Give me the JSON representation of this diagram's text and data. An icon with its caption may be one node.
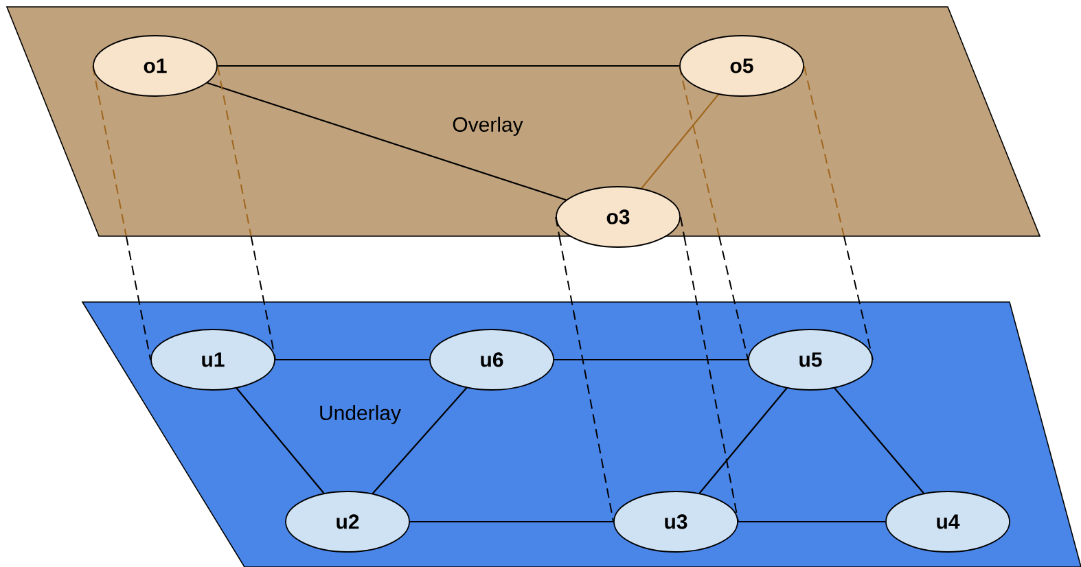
{
  "diagram": {
    "nodes": [
      {
        "text": [
          "Overlay"
        ]
      },
      {
        "text": [
          "o1"
        ],
        "in": 0
      },
      {
        "text": [
          "o5"
        ],
        "in": 0
      },
      {
        "text": [
          "o3"
        ],
        "in": 0
      },
      {
        "text": [
          "Underlay"
        ]
      },
      {
        "text": [
          "u1"
        ],
        "in": 4
      },
      {
        "text": [
          "u6"
        ],
        "in": 4
      },
      {
        "text": [
          "u5"
        ],
        "in": 4
      },
      {
        "text": [
          "u2"
        ],
        "in": 4
      },
      {
        "text": [
          "u3"
        ],
        "in": 4
      },
      {
        "text": [
          "u4"
        ],
        "in": 4
      }
    ],
    "edges": [
      {
        "from": 1,
        "to": 2,
        "arrow": "none"
      },
      {
        "from": 1,
        "to": 3,
        "arrow": "none"
      },
      {
        "from": 3,
        "to": 2,
        "arrow": "none",
        "color": "#a0661d"
      },
      {
        "from": 5,
        "to": 6,
        "arrow": "none"
      },
      {
        "from": 6,
        "to": 7,
        "arrow": "none"
      },
      {
        "from": 5,
        "to": 8,
        "arrow": "none"
      },
      {
        "from": 6,
        "to": 8,
        "arrow": "none"
      },
      {
        "from": 8,
        "to": 9,
        "arrow": "none"
      },
      {
        "from": 9,
        "to": 7,
        "arrow": "none"
      },
      {
        "from": 7,
        "to": 10,
        "arrow": "none"
      },
      {
        "from": 9,
        "to": 10,
        "arrow": "none"
      },
      {
        "from": 1,
        "to": 5,
        "arrow": "none",
        "style": "dashed",
        "color": "#a0661d"
      },
      {
        "from": 2,
        "to": 7,
        "arrow": "none",
        "style": "dashed",
        "color": "#a0661d"
      },
      {
        "from": 3,
        "to": 9,
        "arrow": "none",
        "style": "dashed"
      }
    ]
  }
}
